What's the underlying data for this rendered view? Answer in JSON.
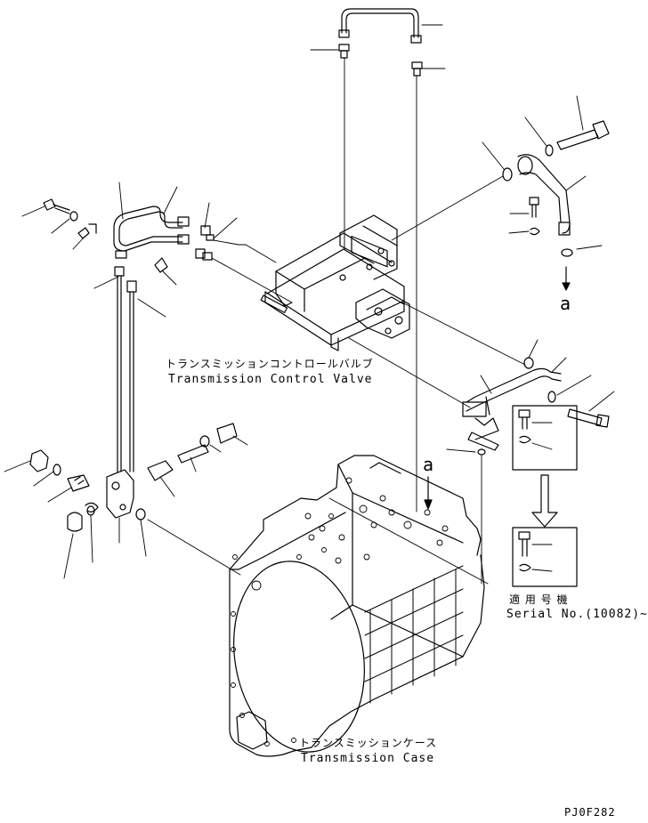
{
  "labels": {
    "control_valve_jp": "トランスミッションコントロールバルブ",
    "control_valve_en": "Transmission Control Valve",
    "case_jp": "トランスミッションケース",
    "case_en": "Transmission Case",
    "applicable_jp": "適 用 号 機",
    "serial": "Serial No.(10082)~",
    "part_code": "PJ0F282",
    "ref_a_top": "a",
    "ref_a_case": "a"
  },
  "colors": {
    "line": "#000000",
    "background": "#ffffff"
  }
}
